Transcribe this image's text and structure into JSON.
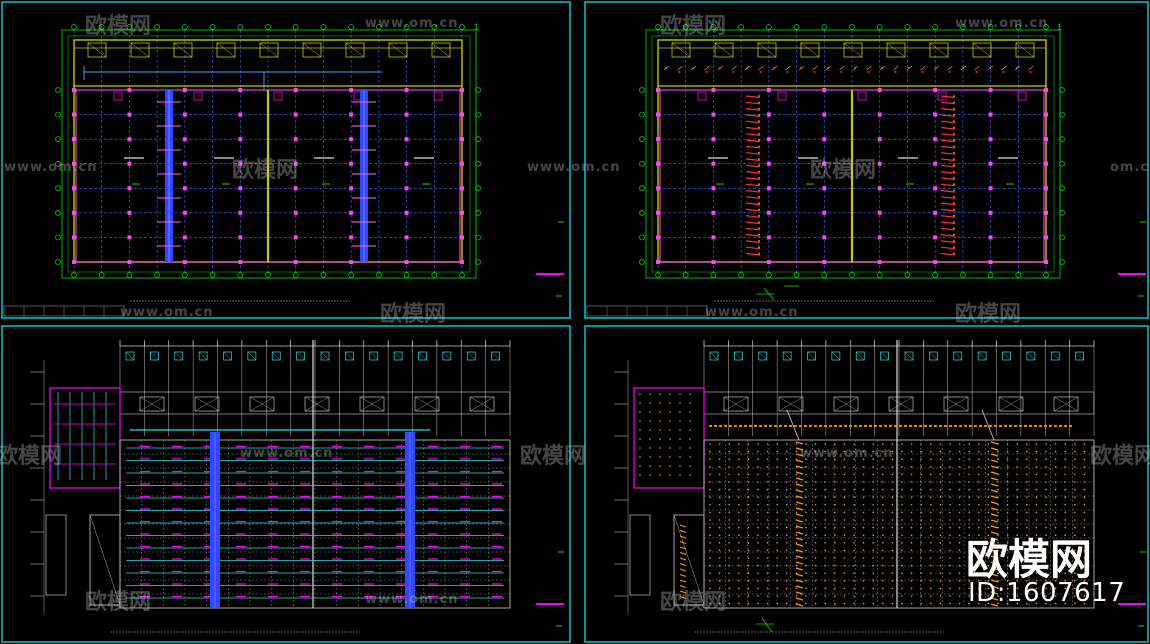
{
  "watermarks": {
    "brand": "欧模网",
    "url": "www.om.cn",
    "url_short": "om.cn",
    "id_label": "ID:1607617"
  },
  "drawing": {
    "frame_color": "#00c8d2",
    "grid_color": "#3d6bff",
    "wall_color": "#c8c800",
    "axis_color": "#00e000",
    "column_color": "#ff44ff",
    "pipe_blue": "#2a4bff",
    "sprinkler_red": "#ff3030",
    "sprinkler_orange": "#ff9900",
    "accent_magenta": "#ff00ff",
    "sheet_labels": [
      "1",
      "1"
    ]
  }
}
